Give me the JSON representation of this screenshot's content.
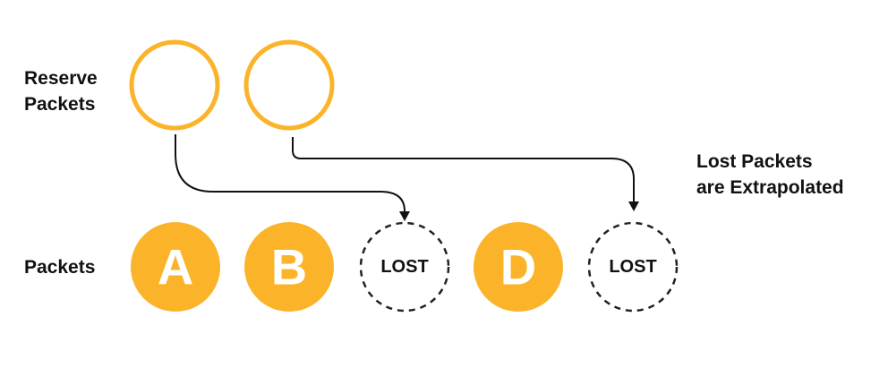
{
  "labels": {
    "reserve_line1": "Reserve",
    "reserve_line2": "Packets",
    "packets": "Packets"
  },
  "note": {
    "line1": "Lost Packets",
    "line2": "are Extrapolated"
  },
  "packets": [
    {
      "kind": "packet",
      "label": "A"
    },
    {
      "kind": "packet",
      "label": "B"
    },
    {
      "kind": "lost",
      "label": "LOST"
    },
    {
      "kind": "packet",
      "label": "D"
    },
    {
      "kind": "lost",
      "label": "LOST"
    }
  ],
  "reserve_count": 2,
  "colors": {
    "accent": "#fbb42a",
    "text": "#111111",
    "dashed_outline": "#222222",
    "background": "#ffffff"
  }
}
